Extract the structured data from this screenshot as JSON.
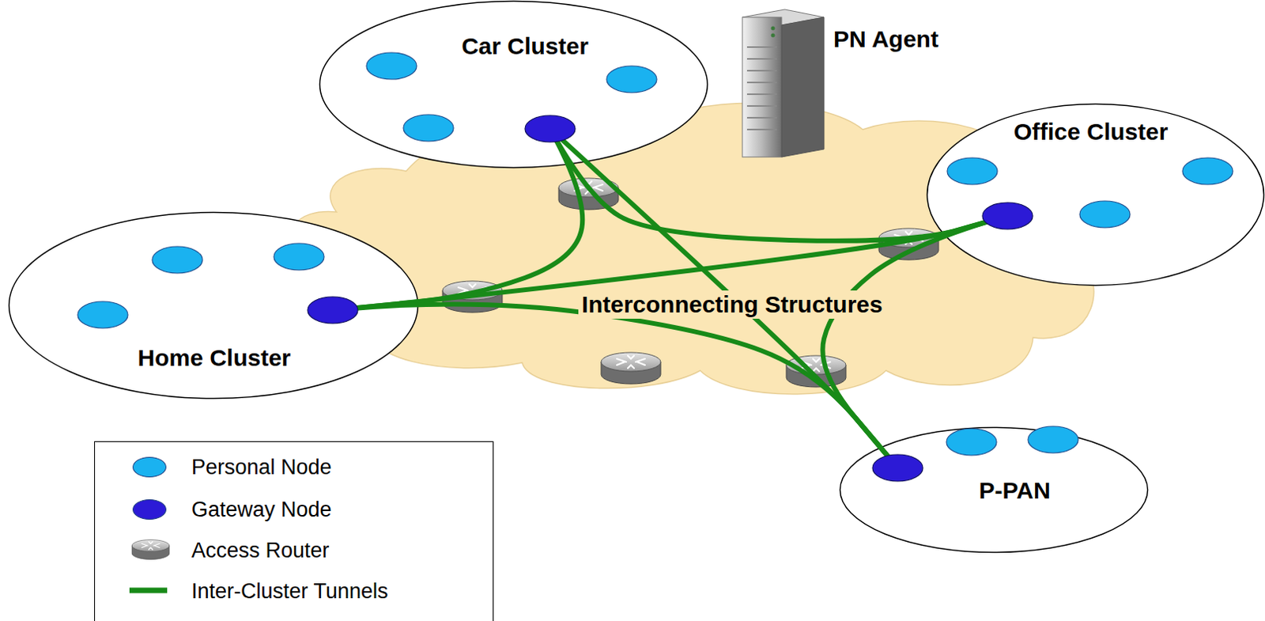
{
  "diagram": {
    "nodes": [
      {
        "text": [
          "Car Cluster"
        ]
      },
      {
        "text": [
          "PN Agent"
        ]
      },
      {
        "text": [
          "Office Cluster"
        ]
      },
      {
        "text": [
          "Interconnecting Structures"
        ]
      },
      {
        "text": [
          "Home Cluster"
        ]
      },
      {
        "text": [
          "P-PAN"
        ]
      }
    ],
    "edges": [
      {
        "from": 0,
        "to": 4,
        "arrow": "none"
      },
      {
        "from": 0,
        "to": 2,
        "arrow": "none"
      },
      {
        "from": 0,
        "to": 5,
        "arrow": "none"
      },
      {
        "from": 4,
        "to": 2,
        "arrow": "none"
      },
      {
        "from": 4,
        "to": 5,
        "arrow": "none"
      },
      {
        "from": 2,
        "to": 5,
        "arrow": "none"
      }
    ],
    "legend": [
      {
        "text": "Personal Node",
        "color": "#1ab2f0"
      },
      {
        "text": "Gateway Node",
        "color": "#2c1ad6"
      },
      {
        "text": "Access Router"
      },
      {
        "text": "Inter-Cluster Tunnels"
      }
    ]
  }
}
